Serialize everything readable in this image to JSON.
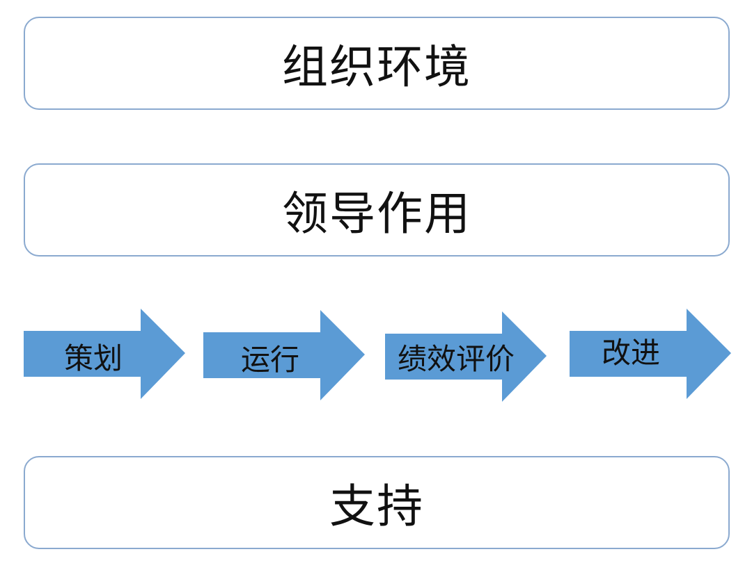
{
  "diagram": {
    "top_box": {
      "label": "组织环境"
    },
    "middle_box": {
      "label": "领导作用"
    },
    "process": [
      {
        "label": "策划"
      },
      {
        "label": "运行"
      },
      {
        "label": "绩效评价"
      },
      {
        "label": "改进"
      }
    ],
    "bottom_box": {
      "label": "支持"
    }
  },
  "colors": {
    "arrow_fill": "#5b9bd5",
    "box_border": "#8aa9cf",
    "text": "#111111"
  }
}
